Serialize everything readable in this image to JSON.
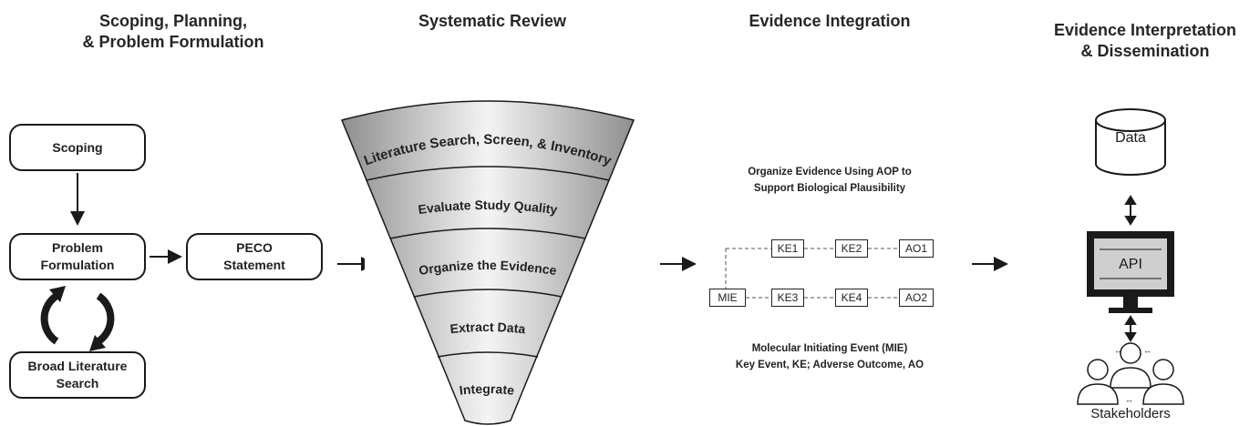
{
  "headers": {
    "scoping": "Scoping, Planning,\n& Problem Formulation",
    "review": "Systematic Review",
    "integration": "Evidence Integration",
    "interpretation": "Evidence Interpretation\n& Dissemination"
  },
  "scoping_flow": {
    "scoping": "Scoping",
    "problem": "Problem\nFormulation",
    "peco": "PECO\nStatement",
    "broad_search": "Broad Literature\nSearch"
  },
  "funnel": {
    "layers": [
      "Literature Search, Screen, & Inventory",
      "Evaluate Study Quality",
      "Organize the Evidence",
      "Extract Data",
      "Integrate"
    ]
  },
  "aop": {
    "title": "Organize Evidence Using AOP to\nSupport Biological Plausibility",
    "nodes": {
      "mie": "MIE",
      "ke1": "KE1",
      "ke2": "KE2",
      "ao1": "AO1",
      "ke3": "KE3",
      "ke4": "KE4",
      "ao2": "AO2"
    },
    "legend": "Molecular Initiating Event (MIE)\nKey Event, KE; Adverse Outcome, AO"
  },
  "dissemination": {
    "data": "Data",
    "api": "API",
    "stakeholders": "Stakeholders"
  },
  "colors": {
    "line": "#1a1a1a",
    "funnel_light": "#f2f2f2",
    "funnel_dark": "#9e9e9e"
  }
}
